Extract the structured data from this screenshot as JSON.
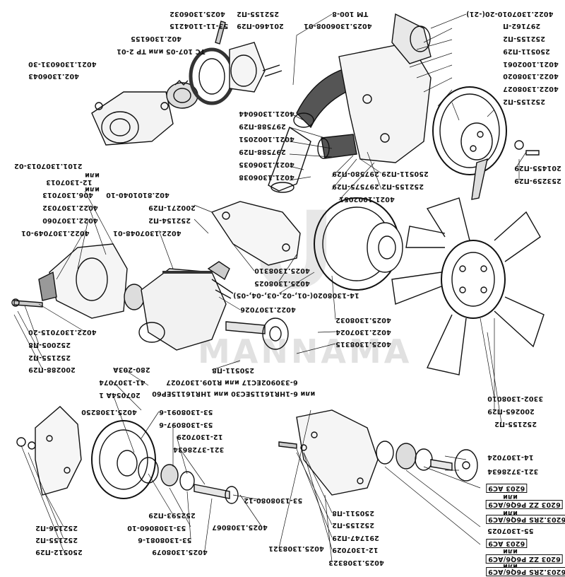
{
  "watermark": {
    "brand": "MANNAMA",
    "mark": "U"
  },
  "labels": [
    {
      "id": "l1",
      "text": "4022.1307010-20(-21)"
    },
    {
      "id": "l2",
      "text": "TM 100-8"
    },
    {
      "id": "l3",
      "text": "4025.1306032"
    },
    {
      "id": "l4",
      "text": "252155-П2"
    },
    {
      "id": "l5",
      "text": "53-11-1104215"
    },
    {
      "id": "l6",
      "text": "201460-П29"
    },
    {
      "id": "l7",
      "text": "4025.1306008-01"
    },
    {
      "id": "l8",
      "text": "297162-П"
    },
    {
      "id": "l9",
      "text": "252155-П2"
    },
    {
      "id": "l10",
      "text": "250511-П29"
    },
    {
      "id": "l11",
      "text": "402.1306155"
    },
    {
      "id": "l12",
      "text": "ТС 107-05 или ТР 2-01"
    },
    {
      "id": "l13",
      "text": "4021.1306031-30"
    },
    {
      "id": "l14",
      "text": "402.1306043"
    },
    {
      "id": "l15",
      "text": "4021.1002061"
    },
    {
      "id": "l16",
      "text": "4022.1308020"
    },
    {
      "id": "l17",
      "text": "4022.1308027"
    },
    {
      "id": "l18",
      "text": "252155-П2"
    },
    {
      "id": "l19",
      "text": "4021.1306044"
    },
    {
      "id": "l20",
      "text": "297588-П29"
    },
    {
      "id": "l21",
      "text": "4021.1002051"
    },
    {
      "id": "l22",
      "text": "297588-П29"
    },
    {
      "id": "l23",
      "text": "4021.1306035"
    },
    {
      "id": "l24",
      "text": "4021.1306038"
    },
    {
      "id": "l25",
      "text": "297580-П29"
    },
    {
      "id": "l26",
      "text": "250511-П29"
    },
    {
      "id": "l27",
      "text": "297575-П29"
    },
    {
      "id": "l28",
      "text": "252155-П2"
    },
    {
      "id": "l29",
      "text": "4021.1002051"
    },
    {
      "id": "l30",
      "text": "201455-П29"
    },
    {
      "id": "l31",
      "text": "253259-П29"
    },
    {
      "id": "l32",
      "text": "2101.1307013-02"
    },
    {
      "id": "l33",
      "text": "или"
    },
    {
      "id": "l34",
      "text": "12-1307013"
    },
    {
      "id": "l35",
      "text": "или"
    },
    {
      "id": "l36",
      "text": "406.1307013"
    },
    {
      "id": "l37",
      "text": "4022.1307032"
    },
    {
      "id": "l38",
      "text": "4022.1307060"
    },
    {
      "id": "l39",
      "text": "4022.1307049-01"
    },
    {
      "id": "l40",
      "text": "402.8101040-10"
    },
    {
      "id": "l41",
      "text": "200271-П29"
    },
    {
      "id": "l42",
      "text": "252154-П2"
    },
    {
      "id": "l43",
      "text": "4022.1307048-01"
    },
    {
      "id": "l44",
      "text": "4025.1308310"
    },
    {
      "id": "l45",
      "text": "4025.1308025"
    },
    {
      "id": "l46",
      "text": "14-1308020(-01,-02,-03,-04,-05)"
    },
    {
      "id": "l47",
      "text": "4022.1307026"
    },
    {
      "id": "l48",
      "text": "4025.1308032"
    },
    {
      "id": "l49",
      "text": "4022.1307024"
    },
    {
      "id": "l50",
      "text": "4025.1308315"
    },
    {
      "id": "l51",
      "text": "4022.1307015-20"
    },
    {
      "id": "l52",
      "text": "252005-П8"
    },
    {
      "id": "l53",
      "text": "252155-П2"
    },
    {
      "id": "l54",
      "text": "200288-П29"
    },
    {
      "id": "l55",
      "text": "250511-П8"
    },
    {
      "id": "l56",
      "text": "6-330902EC17 или R109.1307027"
    },
    {
      "id": "l57",
      "text": "или 6-1HR16115EC30 или 1HR16115EP60"
    },
    {
      "id": "l58",
      "text": "280-203А"
    },
    {
      "id": "l59",
      "text": "41-1307074"
    },
    {
      "id": "l60",
      "text": "207054A 1"
    },
    {
      "id": "l61",
      "text": "4025.1308250"
    },
    {
      "id": "l62",
      "text": "53-1308091-6"
    },
    {
      "id": "l63",
      "text": "53-1308097-6"
    },
    {
      "id": "l64",
      "text": "12-1307029"
    },
    {
      "id": "l65",
      "text": "321-3728634"
    },
    {
      "id": "l66",
      "text": "3302-1308010"
    },
    {
      "id": "l67",
      "text": "200265-П29"
    },
    {
      "id": "l68",
      "text": "252155-П2"
    },
    {
      "id": "l69",
      "text": "14-1307024"
    },
    {
      "id": "l70",
      "text": "321-3728634"
    },
    {
      "id": "l71",
      "text": "6203 АС9"
    },
    {
      "id": "l72",
      "text": "или"
    },
    {
      "id": "l73",
      "text": "6203 ZZ P6Q6/AC9"
    },
    {
      "id": "l74",
      "text": "или"
    },
    {
      "id": "l75",
      "text": "6203.2RS P6Q6/AC9"
    },
    {
      "id": "l76",
      "text": "55-1307025"
    },
    {
      "id": "l77",
      "text": "6203 АС9"
    },
    {
      "id": "l78",
      "text": "или"
    },
    {
      "id": "l79",
      "text": "6203 ZZ P6Q6/AC9"
    },
    {
      "id": "l80",
      "text": "или"
    },
    {
      "id": "l81",
      "text": "6203.2RS P6Q6/AC9"
    },
    {
      "id": "l82",
      "text": "252593-П29"
    },
    {
      "id": "l83",
      "text": "53-1308060-10"
    },
    {
      "id": "l84",
      "text": "53-1308081-6"
    },
    {
      "id": "l85",
      "text": "4025.1308079"
    },
    {
      "id": "l86",
      "text": "53-1308080-12"
    },
    {
      "id": "l87",
      "text": "4025.1308067"
    },
    {
      "id": "l88",
      "text": "252156-П2"
    },
    {
      "id": "l89",
      "text": "252155-П2"
    },
    {
      "id": "l90",
      "text": "250512-П29"
    },
    {
      "id": "l91",
      "text": "250511-П8"
    },
    {
      "id": "l92",
      "text": "252155-П2"
    },
    {
      "id": "l93",
      "text": "291747-П29"
    },
    {
      "id": "l94",
      "text": "12-1307029"
    },
    {
      "id": "l95",
      "text": "4025.1308323"
    },
    {
      "id": "l96",
      "text": "4025.1308321"
    }
  ]
}
